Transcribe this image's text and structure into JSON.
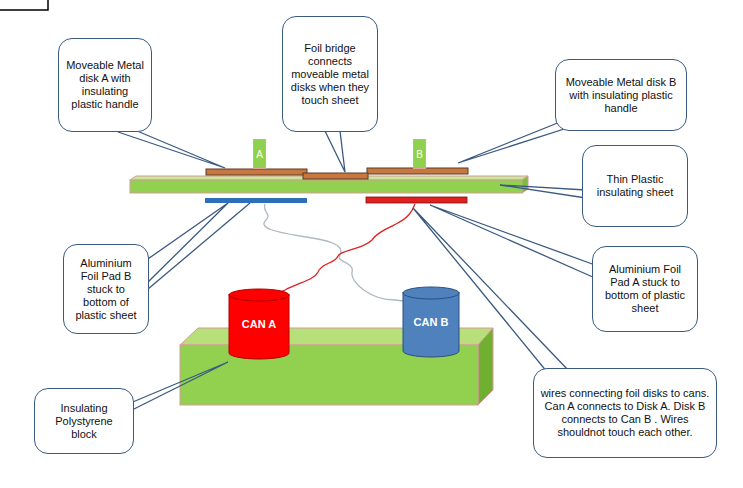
{
  "diagram": {
    "nodes": [
      {
        "text": [
          "Moveable Metal disk A with insulating plastic handle"
        ]
      },
      {
        "text": [
          "Foil bridge connects moveable metal disks when they touch sheet"
        ]
      },
      {
        "text": [
          "Moveable Metal disk B with insulating plastic handle"
        ]
      },
      {
        "text": [
          "A"
        ]
      },
      {
        "text": [
          "B"
        ]
      },
      {
        "text": [
          "Thin Plastic insulating sheet"
        ]
      },
      {
        "text": [
          "Aluminium Foil Pad B stuck to bottom of plastic sheet"
        ]
      },
      {
        "text": [
          "Aluminium Foil Pad A stuck to bottom of plastic sheet"
        ]
      },
      {
        "text": [
          "CAN A"
        ]
      },
      {
        "text": [
          "CAN B"
        ]
      },
      {
        "text": [
          "Insulating Polystyrene block"
        ]
      },
      {
        "text": [
          "wires connecting foil disks to cans. Can A connects to Disk A. Disk B connects to Can B . Wires shouldnot touch each other."
        ]
      }
    ]
  }
}
